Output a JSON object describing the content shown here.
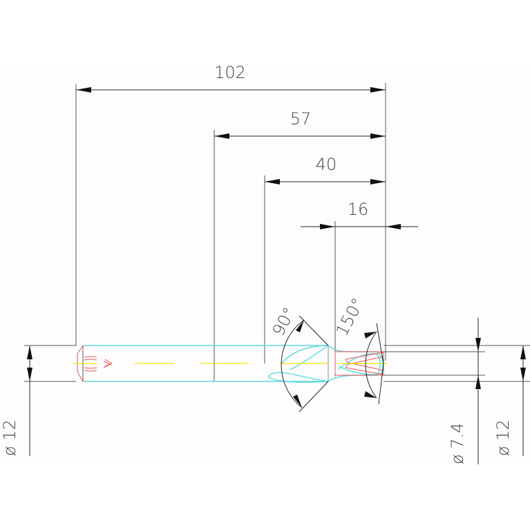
{
  "drawing": {
    "dimensions": {
      "overall_length": "102",
      "length_57": "57",
      "length_40": "40",
      "length_16": "16",
      "shank_diameter_left": "ø 12",
      "tip_diameter": "ø 7.4",
      "shank_diameter_right": "ø 12"
    },
    "angles": {
      "chamfer_angle": "90°",
      "point_angle": "150°"
    },
    "colors": {
      "outline": "#5fd8dc",
      "hidden": "#f05050",
      "centerline": "#f2e600",
      "dimension": "#222222"
    }
  }
}
